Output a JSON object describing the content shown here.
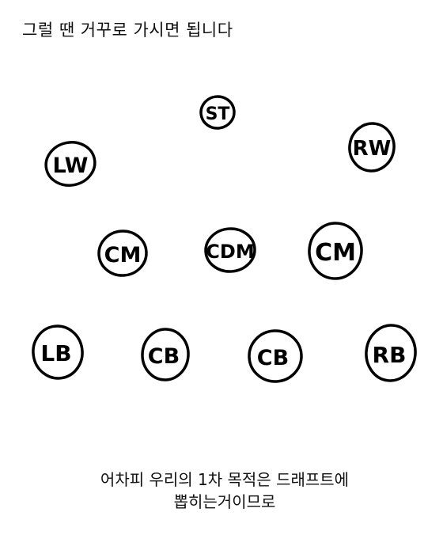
{
  "caption_top": "그럴 땐 거꾸로 가시면 됩니다",
  "caption_bottom_line1": "어차피 우리의 1차 목적은 드래프트에",
  "caption_bottom_line2": "뽑히는거이므로",
  "positions": {
    "st": "ST",
    "lw": "LW",
    "rw": "RW",
    "cm_left": "CM",
    "cdm": "CDM",
    "cm_right": "CM",
    "lb": "LB",
    "cb_left": "CB",
    "cb_right": "CB",
    "rb": "RB"
  }
}
